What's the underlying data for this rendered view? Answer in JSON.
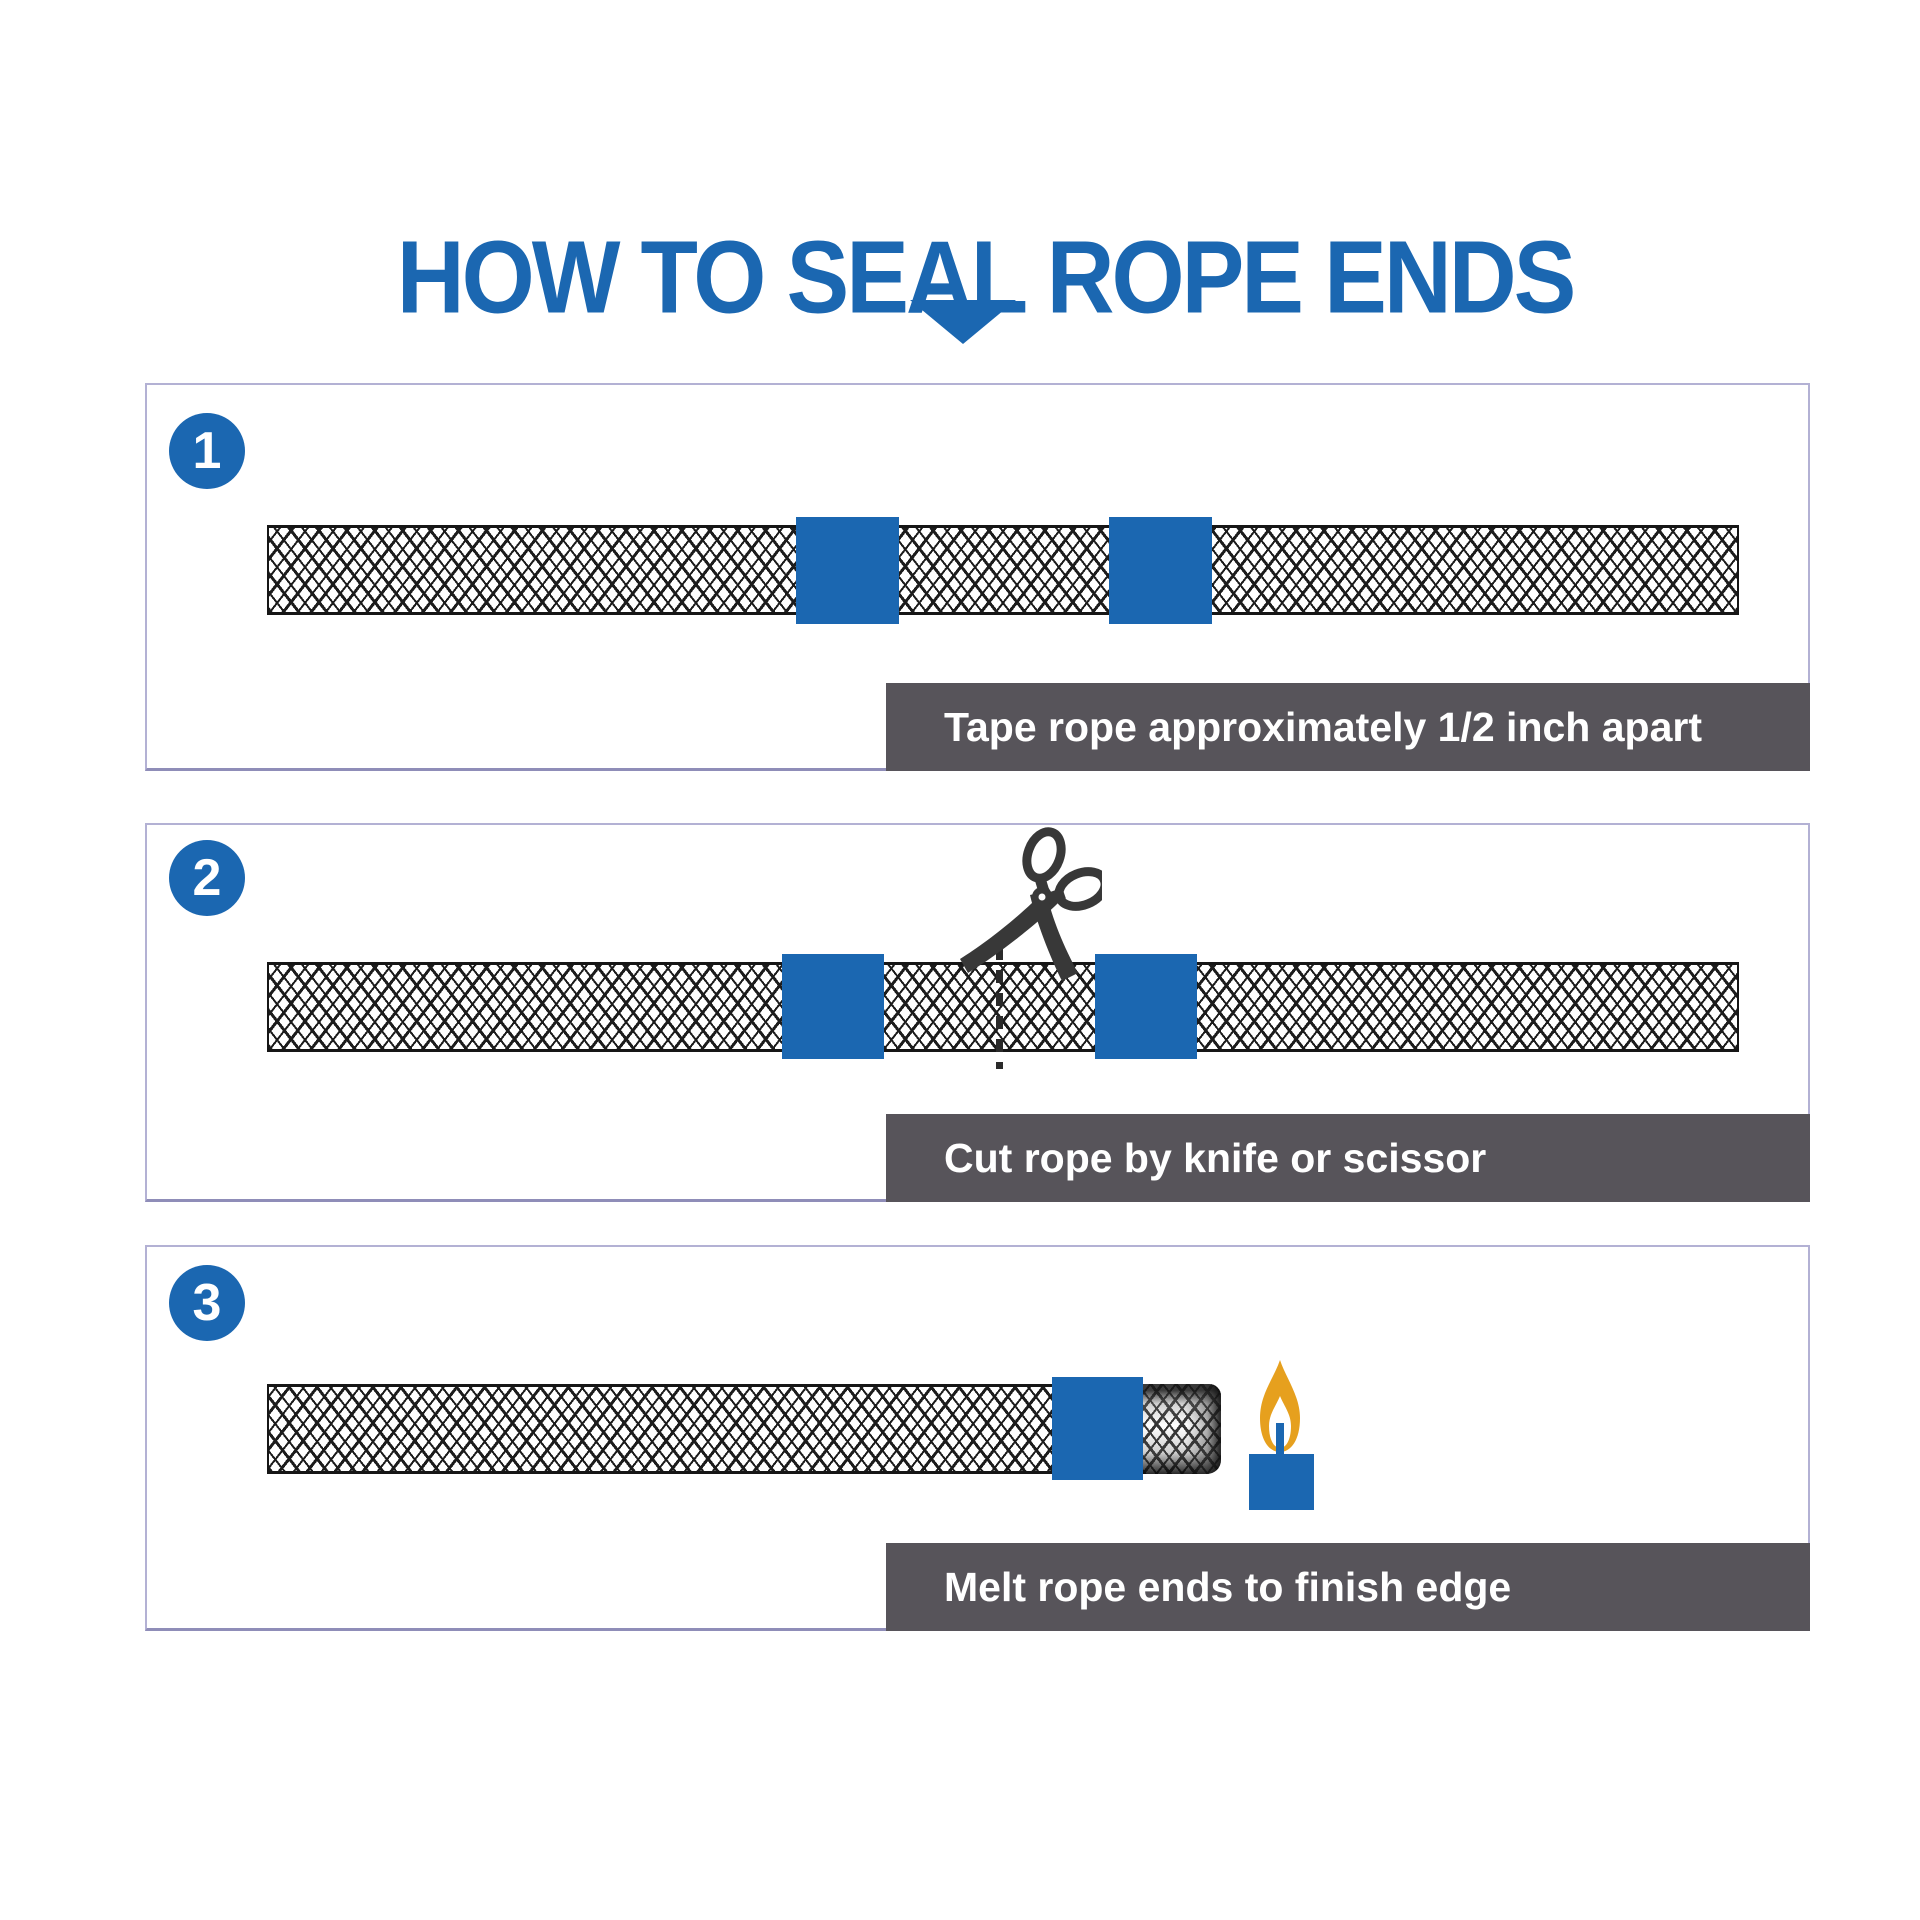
{
  "title": "HOW TO SEAL ROPE ENDS",
  "colors": {
    "accent_blue": "#1b67b1",
    "caption_bg": "#57545a",
    "flame_orange": "#e6a01e",
    "panel_border": "#b3b1d4",
    "rope_line": "#1c1c1c"
  },
  "icons": {
    "down_arrow": "down-arrow-icon",
    "scissors": "scissors-icon",
    "flame": "flame-icon",
    "lighter": "lighter-icon"
  },
  "steps": [
    {
      "number": "1",
      "caption": "Tape rope approximately 1/2 inch apart"
    },
    {
      "number": "2",
      "caption": "Cut rope by knife or scissor"
    },
    {
      "number": "3",
      "caption": "Melt rope ends to finish edge"
    }
  ]
}
